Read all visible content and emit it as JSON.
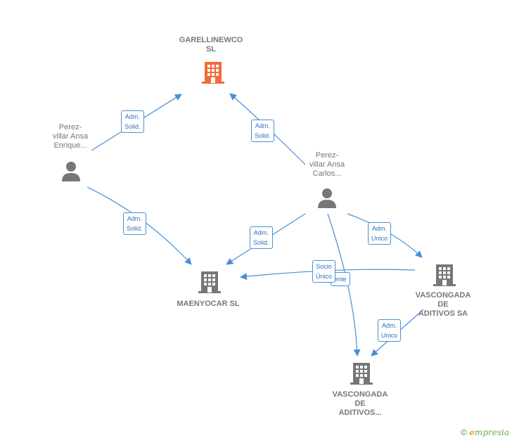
{
  "nodes": {
    "garellinewco": {
      "lines": [
        "GARELLINEWCO",
        "SL"
      ],
      "color": "#f26b3a"
    },
    "enrique": {
      "lines": [
        "Perez-",
        "villar Ansa",
        "Enrique..."
      ]
    },
    "carlos": {
      "lines": [
        "Perez-",
        "villar Ansa",
        "Carlos..."
      ]
    },
    "maenyocar": {
      "lines": [
        "MAENYOCAR SL"
      ],
      "color": "#777777"
    },
    "vascongada_sa": {
      "lines": [
        "VASCONGADA",
        "DE",
        "ADITIVOS SA"
      ],
      "color": "#777777"
    },
    "vascongada_2": {
      "lines": [
        "VASCONGADA",
        "DE",
        "ADITIVOS..."
      ],
      "color": "#777777"
    }
  },
  "edges": {
    "enrique_garellinewco": [
      "Adm.",
      "Solid."
    ],
    "carlos_garellinewco": [
      "Adm.",
      "Solid."
    ],
    "enrique_maenyocar": [
      "Adm.",
      "Solid."
    ],
    "carlos_maenyocar": [
      "Adm.",
      "Solid."
    ],
    "carlos_vascongada_sa": [
      "Adm.",
      "Unico"
    ],
    "vascongada_sa_vascongada_2": [
      "Adm.",
      "Unico"
    ],
    "carlos_vascongada_2_partial": "ente",
    "socio_unico": [
      "Socio",
      "Único"
    ]
  },
  "colors": {
    "edge": "#4a8fd6",
    "person": "#777777",
    "company": "#777777",
    "highlight": "#f26b3a"
  },
  "footer": {
    "copyright": "©",
    "brand_first": "e",
    "brand_rest": "mpresia"
  }
}
